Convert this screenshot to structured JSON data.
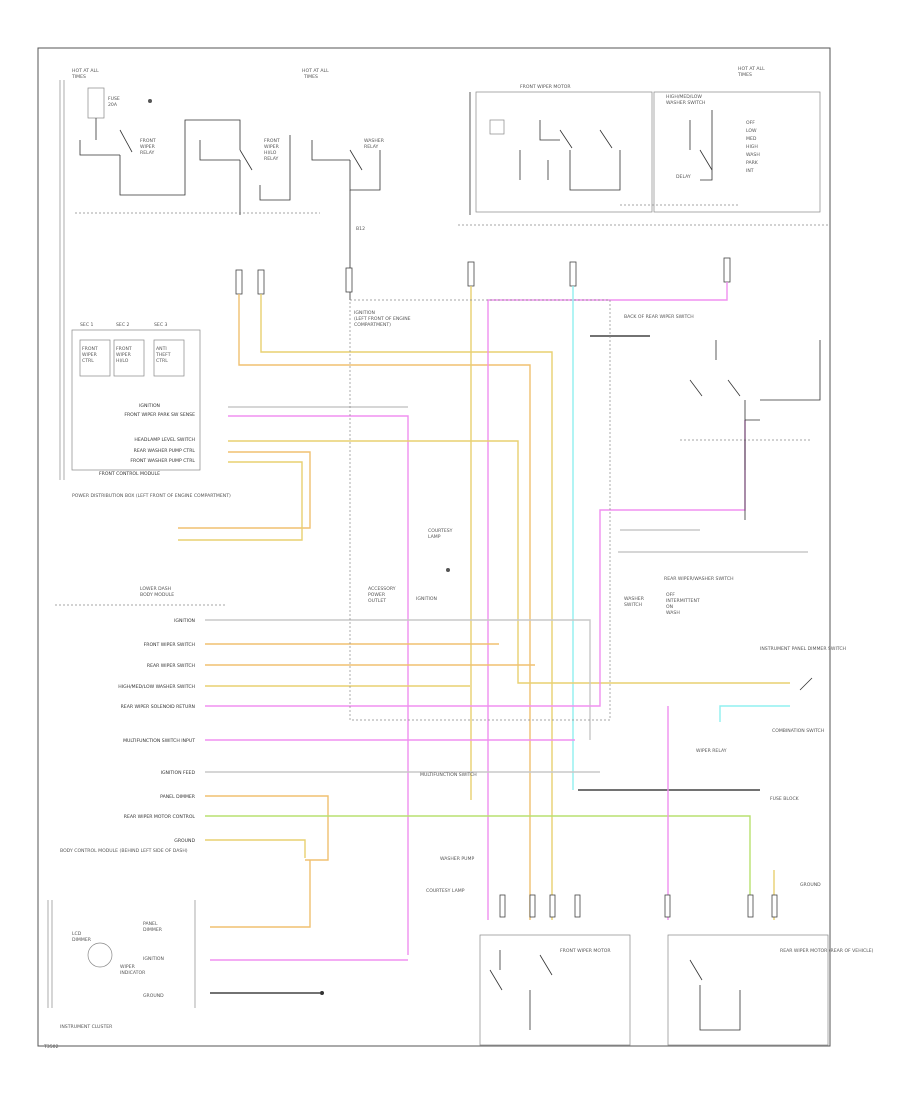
{
  "diagram": {
    "labels": {
      "module_inputs": [
        "IGNITION",
        "FRONT WIPER SWITCH",
        "REAR WIPER SWITCH",
        "HIGH/MED/LOW WASHER SWITCH",
        "REAR WIPER SOLENOID RETURN",
        "MULTIFUNCTION SWITCH INPUT",
        "IGNITION FEED",
        "PANEL DIMMER",
        "REAR WIPER MOTOR CONTROL",
        "GROUND"
      ],
      "left_module_inputs": [
        "IGNITION",
        "FRONT WIPER PARK SW SENSE",
        "HEADLAMP LEVEL SWITCH",
        "REAR WASHER PUMP CTRL",
        "FRONT WASHER PUMP CTRL",
        "FRONT CONTROL MODULE"
      ],
      "captions": {
        "power_distribution": "POWER DISTRIBUTION BOX (LEFT FRONT OF ENGINE COMPARTMENT)",
        "body_control_module": "BODY CONTROL MODULE (BEHIND LEFT SIDE OF DASH)",
        "instrument_cluster": "INSTRUMENT CLUSTER",
        "front_wiper_motor": "FRONT WIPER MOTOR",
        "rear_wiper_motor": "REAR WIPER MOTOR (REAR OF VEHICLE)",
        "rear_wiper_washer_switch": "REAR WIPER/WASHER SWITCH",
        "combination_switch": "COMBINATION SWITCH",
        "washer_pump": "WASHER PUMP",
        "fuse_block": "FUSE BLOCK",
        "ground": "GROUND",
        "instrument_panel": "INSTRUMENT PANEL DIMMER SWITCH",
        "multifunction": "MULTIFUNCTION SWITCH",
        "wiper_relay": "WIPER RELAY",
        "courtesy": "COURTESY LAMP",
        "footer_code": "T3502"
      }
    }
  }
}
